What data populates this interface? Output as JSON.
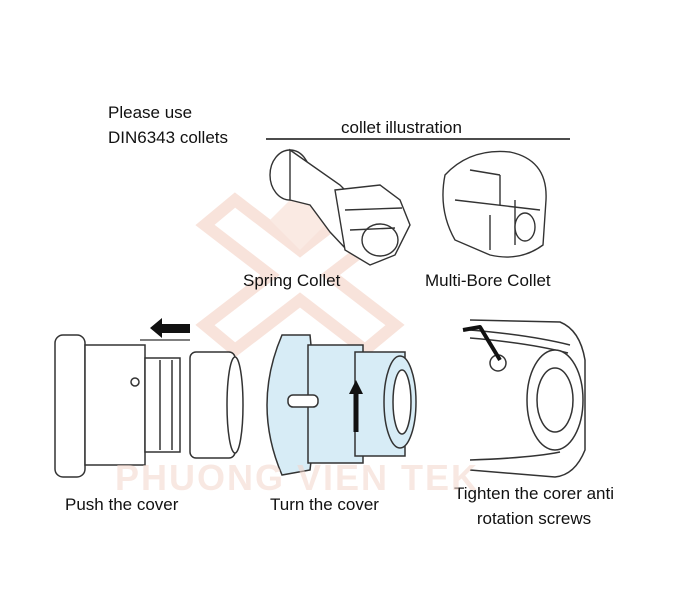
{
  "header": {
    "note_line1": "Please use",
    "note_line2": "DIN6343 collets",
    "collet_title": "collet illustration"
  },
  "collets": [
    {
      "label": "Spring Collet"
    },
    {
      "label": "Multi-Bore Collet"
    }
  ],
  "steps": [
    {
      "label": "Push the cover"
    },
    {
      "label": "Turn the cover"
    },
    {
      "label_line1": "Tighten the corer anti",
      "label_line2": "rotation screws"
    }
  ],
  "watermark": {
    "text": "PHUONG VIEN TEK"
  },
  "colors": {
    "highlight_blue": "#d7ecf6",
    "watermark": "#f3d6cc"
  }
}
